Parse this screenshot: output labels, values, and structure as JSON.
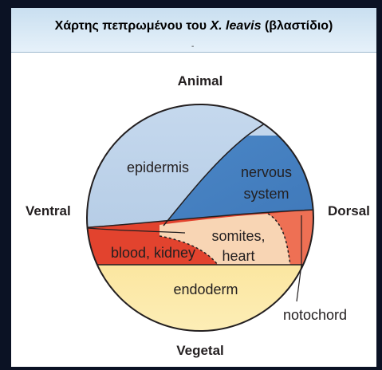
{
  "header": {
    "title_part1": "Χάρτης πεπρωμένου του ",
    "title_species": "X. leavis",
    "title_part2": " (βλαστίδιο)",
    "mark": "-"
  },
  "diagram": {
    "orientation": {
      "top": "Animal",
      "bottom": "Vegetal",
      "left": "Ventral",
      "right": "Dorsal"
    },
    "regions": {
      "epidermis": "epidermis",
      "nervous_line1": "nervous",
      "nervous_line2": "system",
      "somites_line1": "somites,",
      "somites_line2": "heart",
      "blood": "blood, kidney",
      "endoderm": "endoderm",
      "notochord": "notochord"
    },
    "colors": {
      "epidermis": "#b6cde6",
      "nervous_system": "#4a86c6",
      "somites_heart": "#f8d5b4",
      "blood_kidney": "#e2432e",
      "notochord": "#ee7054",
      "endoderm": "#fbe6a0",
      "outline": "#231f20"
    }
  }
}
